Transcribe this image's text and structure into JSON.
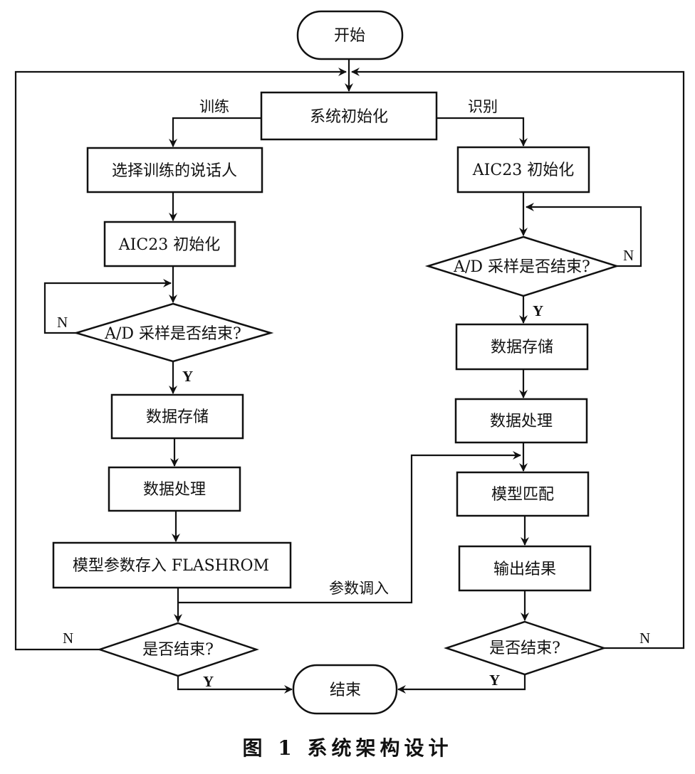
{
  "figure": {
    "caption": "图 1   系统架构设计"
  },
  "nodes": {
    "start": "开始",
    "sys_init": "系统初始化",
    "train_select_speaker": "选择训练的说话人",
    "train_aic23_init": "AIC23 初始化",
    "train_ad_done": "A/D 采样是否结束?",
    "train_data_store": "数据存储",
    "train_data_process": "数据处理",
    "train_save_flash": "模型参数存入 FLASHROM",
    "train_finished": "是否结束?",
    "recog_aic23_init": "AIC23 初始化",
    "recog_ad_done": "A/D 采样是否结束?",
    "recog_data_store": "数据存储",
    "recog_data_process": "数据处理",
    "recog_model_match": "模型匹配",
    "recog_output": "输出结果",
    "recog_finished": "是否结束?",
    "end": "结束"
  },
  "edge_labels": {
    "train_branch": "训练",
    "recog_branch": "识别",
    "train_ad_no": "N",
    "train_ad_yes": "Y",
    "recog_ad_no": "N",
    "recog_ad_yes": "Y",
    "param_load": "参数调入",
    "train_end_no": "N",
    "train_end_yes": "Y",
    "recog_end_no": "N",
    "recog_end_yes": "Y"
  }
}
